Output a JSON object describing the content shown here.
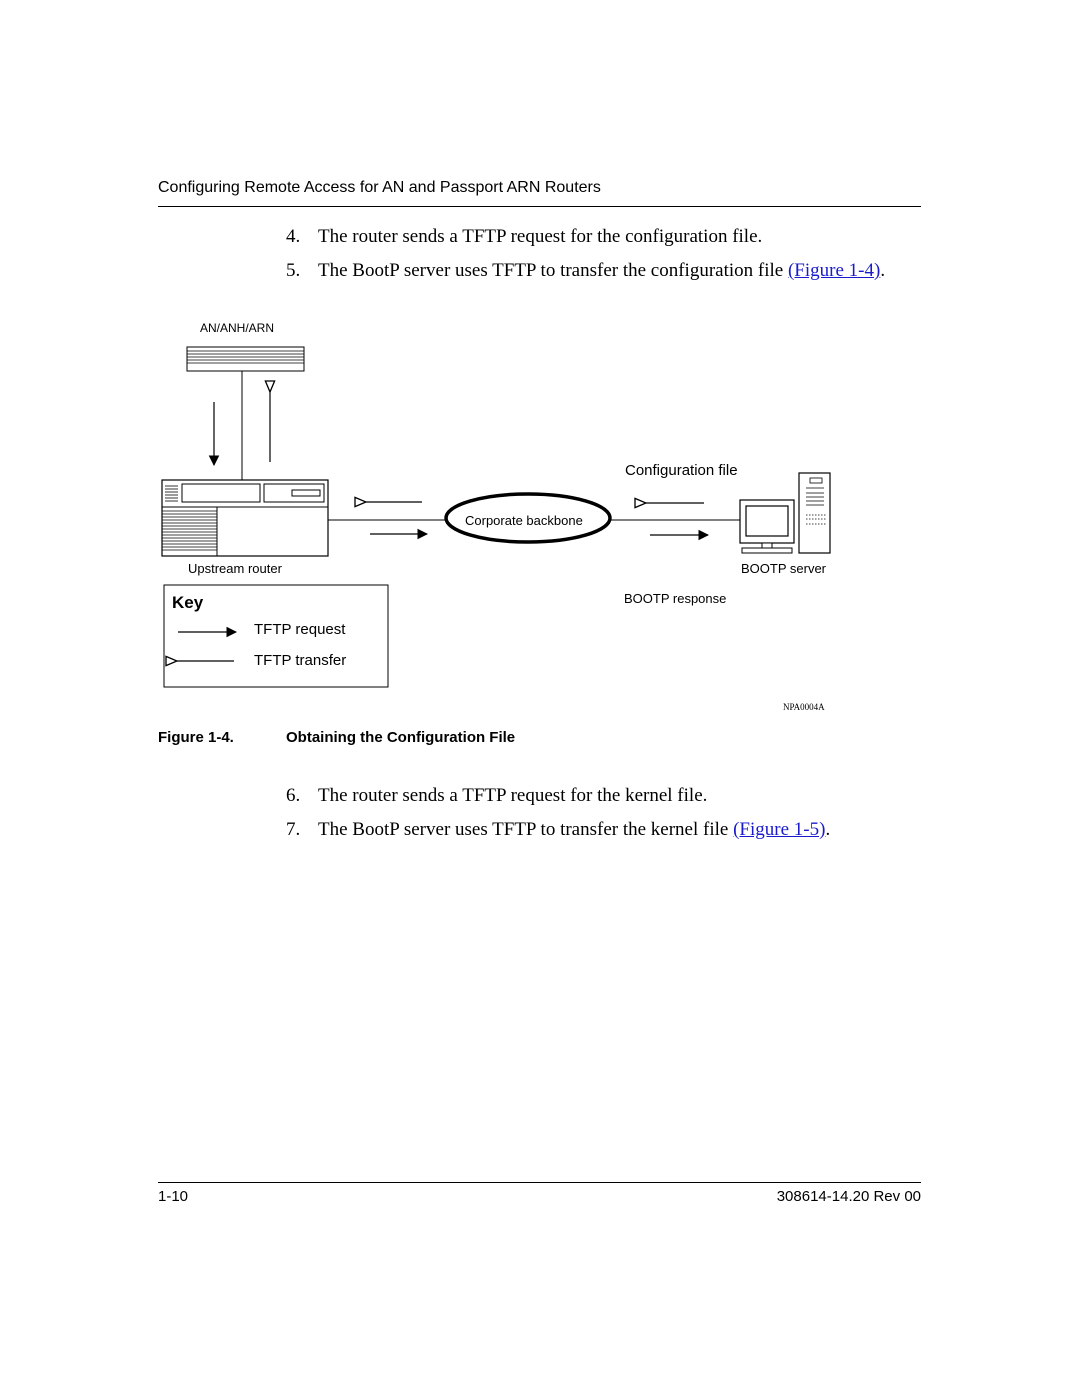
{
  "header": {
    "title": "Configuring Remote Access for AN and Passport ARN Routers"
  },
  "steps_before": [
    {
      "number": "4.",
      "text": "The router sends a TFTP request for the configuration file.",
      "link": "",
      "suffix": ""
    },
    {
      "number": "5.",
      "text": "The BootP server uses TFTP to transfer the configuration file ",
      "link": "(Figure 1-4)",
      "suffix": "."
    }
  ],
  "figure": {
    "labels": {
      "an_router": "AN/ANH/ARN",
      "upstream_router": "Upstream router",
      "backbone": "Corporate backbone",
      "config_file": "Configuration file",
      "bootp_server": "BOOTP server",
      "bootp_response": "BOOTP response",
      "figure_code": "NPA0004A"
    },
    "key": {
      "title": "Key",
      "items": [
        {
          "arrow": "filled-arrow-right",
          "label": "TFTP request"
        },
        {
          "arrow": "open-arrow-left",
          "label": "TFTP transfer"
        }
      ]
    }
  },
  "caption": {
    "number": "Figure 1-4.",
    "title": "Obtaining the Configuration File"
  },
  "steps_after": [
    {
      "number": "6.",
      "text": "The router sends a TFTP request for the kernel file.",
      "link": "",
      "suffix": ""
    },
    {
      "number": "7.",
      "text": "The BootP server uses TFTP to transfer the kernel file ",
      "link": "(Figure 1-5)",
      "suffix": "."
    }
  ],
  "footer": {
    "page": "1-10",
    "doc_number": "308614-14.20 Rev 00"
  },
  "colors": {
    "link": "#1a1acc",
    "ink": "#000000"
  }
}
